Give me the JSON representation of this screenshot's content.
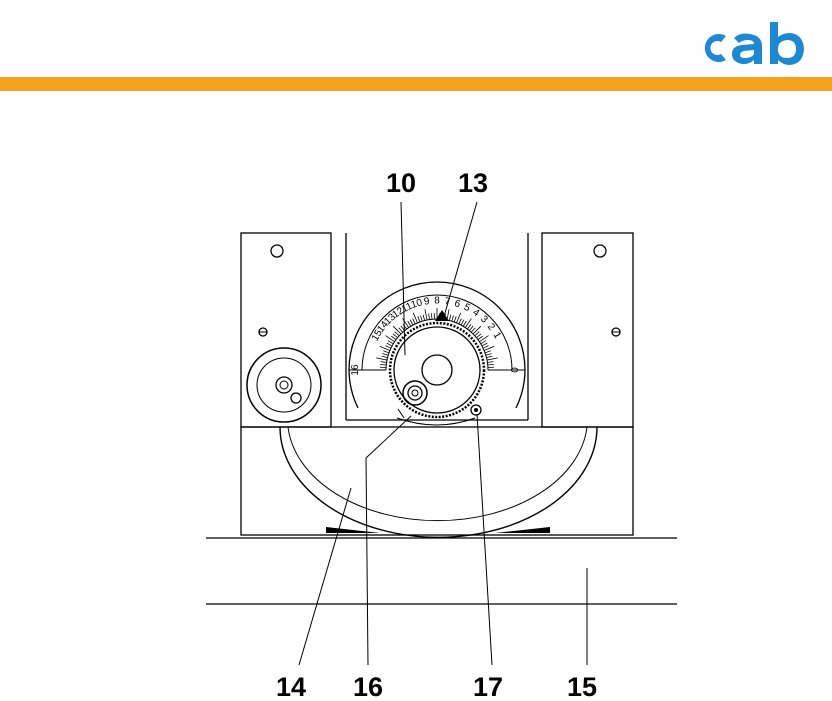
{
  "logo": {
    "text": "cab",
    "color": "#1e88d2"
  },
  "accent_rule": {
    "color": "#f5a21d"
  },
  "callouts": {
    "c10": "10",
    "c13": "13",
    "c14": "14",
    "c16": "16",
    "c17": "17",
    "c15": "15"
  },
  "dial": {
    "left_end": "16",
    "right_end": "0",
    "scale_values": [
      "15",
      "14",
      "13",
      "12",
      "11",
      "10",
      "9",
      "8",
      "7",
      "6",
      "5",
      "4",
      "3",
      "2",
      "1"
    ]
  }
}
